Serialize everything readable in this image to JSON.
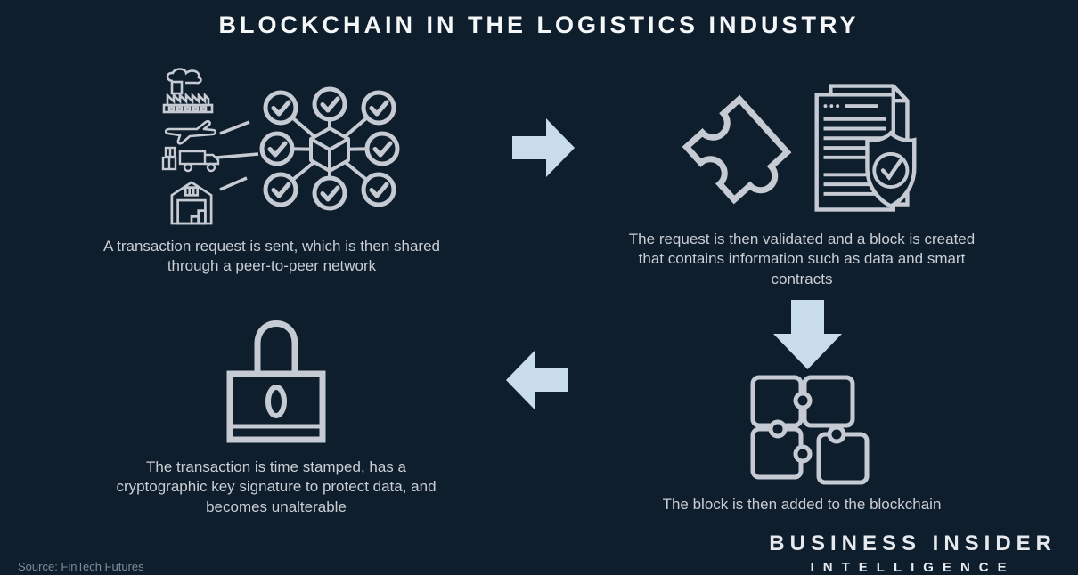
{
  "title": "BLOCKCHAIN IN THE LOGISTICS INDUSTRY",
  "steps": [
    {
      "position": "top-left",
      "caption": "A transaction request is sent, which is then shared\nthrough a peer-to-peer network",
      "icons": [
        "factory-icon",
        "airplane-icon",
        "boxes-truck-icon",
        "warehouse-icon",
        "peer-to-peer-network-icon"
      ]
    },
    {
      "position": "top-right",
      "caption": "The request is then validated and a block is created\nthat contains information such as data and smart\ncontracts",
      "icons": [
        "puzzle-piece-icon",
        "validated-block-document-icon",
        "shield-check-icon"
      ]
    },
    {
      "position": "bottom-right",
      "caption": "The block is then added to the blockchain",
      "icons": [
        "blockchain-puzzle-pieces-icon"
      ]
    },
    {
      "position": "bottom-left",
      "caption": "The transaction is time stamped, has a\ncryptographic key signature to protect data, and\nbecomes unalterable",
      "icons": [
        "padlock-icon"
      ]
    }
  ],
  "arrows": [
    {
      "direction": "right"
    },
    {
      "direction": "down"
    },
    {
      "direction": "left"
    }
  ],
  "footer": {
    "source": "Source: FinTech Futures",
    "brand": {
      "line1": "BUSINESS INSIDER",
      "line2": "INTELLIGENCE"
    }
  },
  "colors": {
    "background": "#0f1e2c",
    "icon_stroke": "#c6cbd3",
    "arrow_fill": "#c8dcec",
    "caption_text": "#c9ced5",
    "title_text": "#f4f6f8",
    "source_text": "#7e8b99",
    "brand_text": "#e6eaee"
  }
}
